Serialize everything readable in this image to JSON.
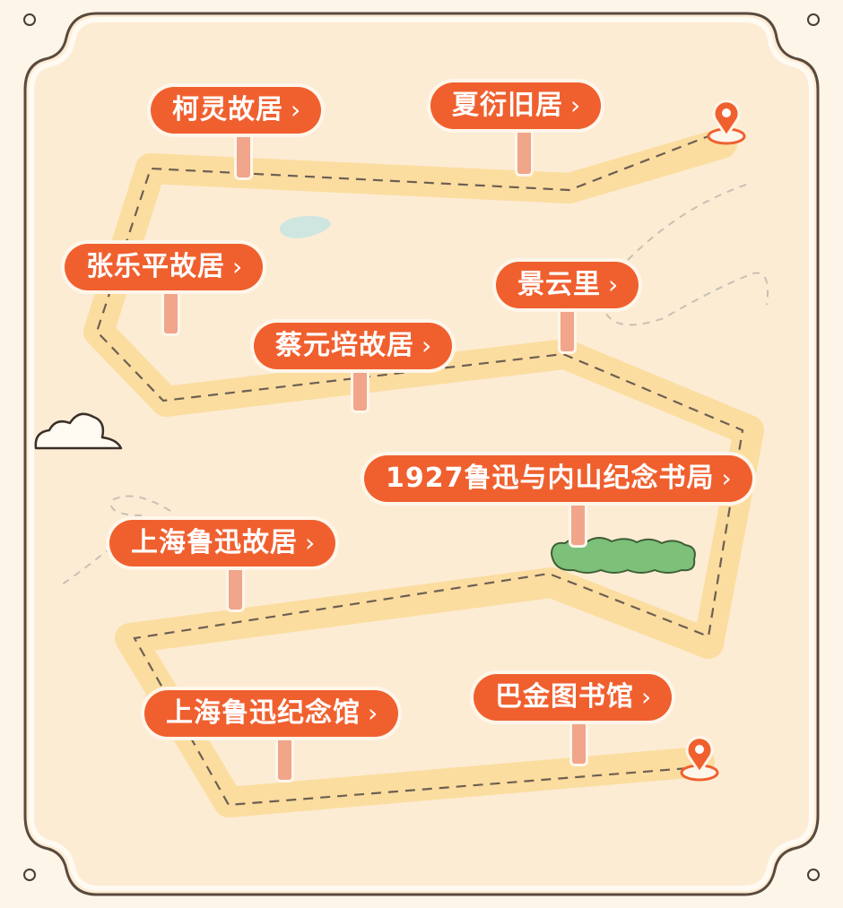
{
  "map": {
    "colors": {
      "page_bg": "#fdf5e8",
      "panel_bg": "#fdecd4",
      "frame_stroke": "#5a4a3e",
      "route_band": "#fbdda0",
      "route_dash": "#6d5f52",
      "label_bg": "#f0602f",
      "label_text": "#ffffff",
      "post": "#f1a58a",
      "lake": "#cfe6e0",
      "bush": "#7cc07a"
    },
    "start_marker": {
      "icon": "location-pin-icon"
    },
    "end_marker": {
      "icon": "location-pin-icon"
    },
    "chevron": "›",
    "stops": [
      {
        "id": "keling",
        "label": "柯灵故居"
      },
      {
        "id": "xiayan",
        "label": "夏衍旧居"
      },
      {
        "id": "zhangleping",
        "label": "张乐平故居"
      },
      {
        "id": "jingyunli",
        "label": "景云里"
      },
      {
        "id": "caiyuanpei",
        "label": "蔡元培故居"
      },
      {
        "id": "neishan",
        "label": "1927鲁迅与内山纪念书局"
      },
      {
        "id": "luxun-residence",
        "label": "上海鲁迅故居"
      },
      {
        "id": "luxun-museum",
        "label": "上海鲁迅纪念馆"
      },
      {
        "id": "bajin",
        "label": "巴金图书馆"
      }
    ],
    "decorations": [
      "cloud-icon",
      "lake-icon",
      "bush-icon",
      "dashed-flight-path"
    ]
  }
}
